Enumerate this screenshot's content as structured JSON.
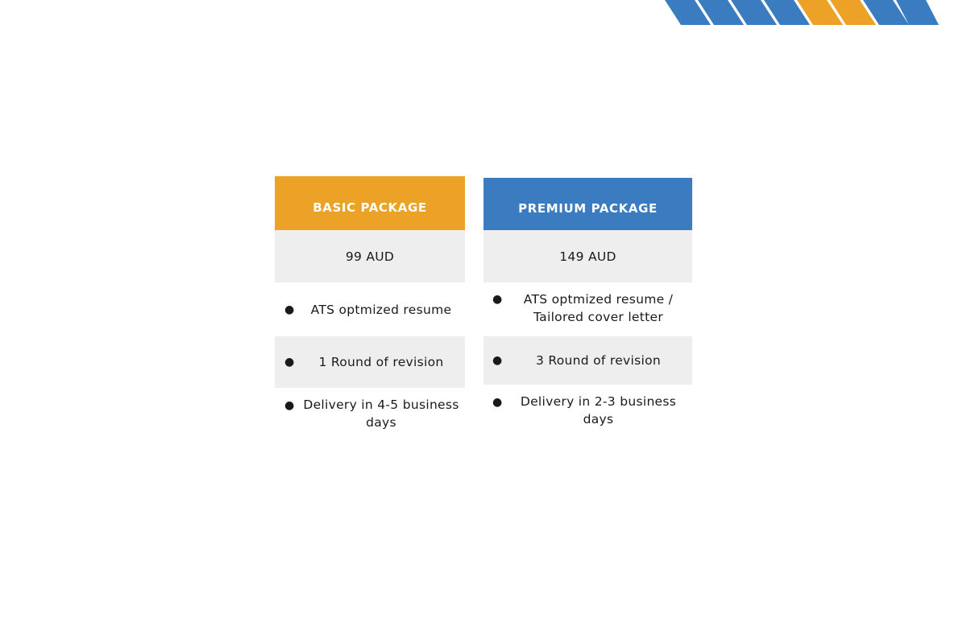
{
  "colors": {
    "orange": "#EBA226",
    "blue": "#3B7BBF",
    "row_shade": "#EEEEEE"
  },
  "decoration": {
    "stripe_pattern": [
      "blue",
      "blue",
      "blue",
      "blue",
      "orange",
      "orange",
      "blue",
      "blue"
    ]
  },
  "packages": [
    {
      "title": "BASIC PACKAGE",
      "price": "99 AUD",
      "features": [
        "ATS optmized resume",
        "1 Round of revision",
        "Delivery in 4-5 business days"
      ]
    },
    {
      "title": "PREMIUM PACKAGE",
      "price": "149 AUD",
      "features": [
        "ATS optmized resume / Tailored cover letter",
        "3 Round of revision",
        "Delivery in 2-3 business days"
      ]
    }
  ]
}
